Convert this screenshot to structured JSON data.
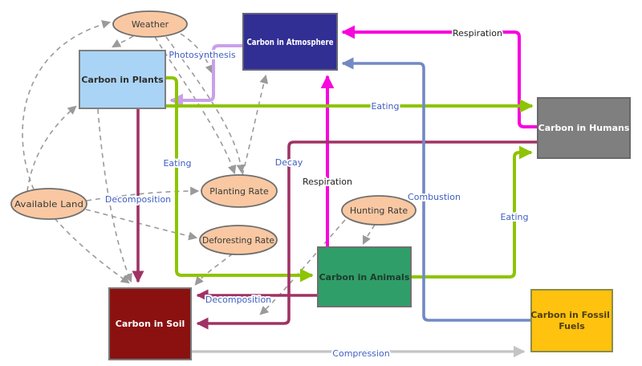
{
  "diagram": {
    "title": "Carbon cycle stock-and-flow diagram",
    "colors": {
      "flow_respiration": "#f705dd",
      "flow_photosynthesis": "#c9a0e9",
      "flow_eating": "#8dc404",
      "flow_decay_decomposition": "#a03265",
      "flow_combustion": "#7289c4",
      "flow_compression": "#c4c4c4",
      "influence_link": "#9a9a9a",
      "stock_atmosphere_fill": "#312e94",
      "stock_plants_fill": "#aad4f5",
      "stock_humans_fill": "#7f7f7f",
      "stock_animals_fill": "#2f9e68",
      "stock_soil_fill": "#8b1111",
      "stock_fossil_fill": "#ffc20e",
      "converter_fill": "#f9c8a2",
      "label_blue": "#3f5fc0"
    },
    "nodes": {
      "atmosphere": {
        "label": "Carbon in Atmosphere"
      },
      "plants": {
        "label": "Carbon in Plants"
      },
      "humans": {
        "label": "Carbon in Humans"
      },
      "animals": {
        "label": "Carbon in Animals"
      },
      "soil": {
        "label": "Carbon in Soil"
      },
      "fossil": {
        "label": "Carbon in Fossil Fuels",
        "lines": [
          "Carbon in Fossil",
          "Fuels"
        ]
      },
      "weather": {
        "label": "Weather"
      },
      "available_land": {
        "label": "Available Land"
      },
      "planting_rate": {
        "label": "Planting Rate"
      },
      "deforesting_rate": {
        "label": "Deforesting Rate"
      },
      "hunting_rate": {
        "label": "Hunting Rate"
      }
    },
    "flows": {
      "respiration_humans_atmosphere": {
        "label": "Respiration"
      },
      "respiration_animals_atmosphere": {
        "label": "Respiration"
      },
      "photosynthesis_atmosphere_plants": {
        "label": "Photosynthesis"
      },
      "eating_plants_humans": {
        "label": "Eating"
      },
      "eating_plants_animals": {
        "label": "Eating"
      },
      "eating_animals_humans": {
        "label": "Eating"
      },
      "decay_humans_soil": {
        "label": "Decay"
      },
      "decomposition_plants_soil": {
        "label": "Decomposition"
      },
      "decomposition_animals_soil": {
        "label": "Decomposition"
      },
      "combustion_fossil_atmosphere": {
        "label": "Combustion"
      },
      "compression_soil_fossil": {
        "label": "Compression"
      }
    }
  }
}
